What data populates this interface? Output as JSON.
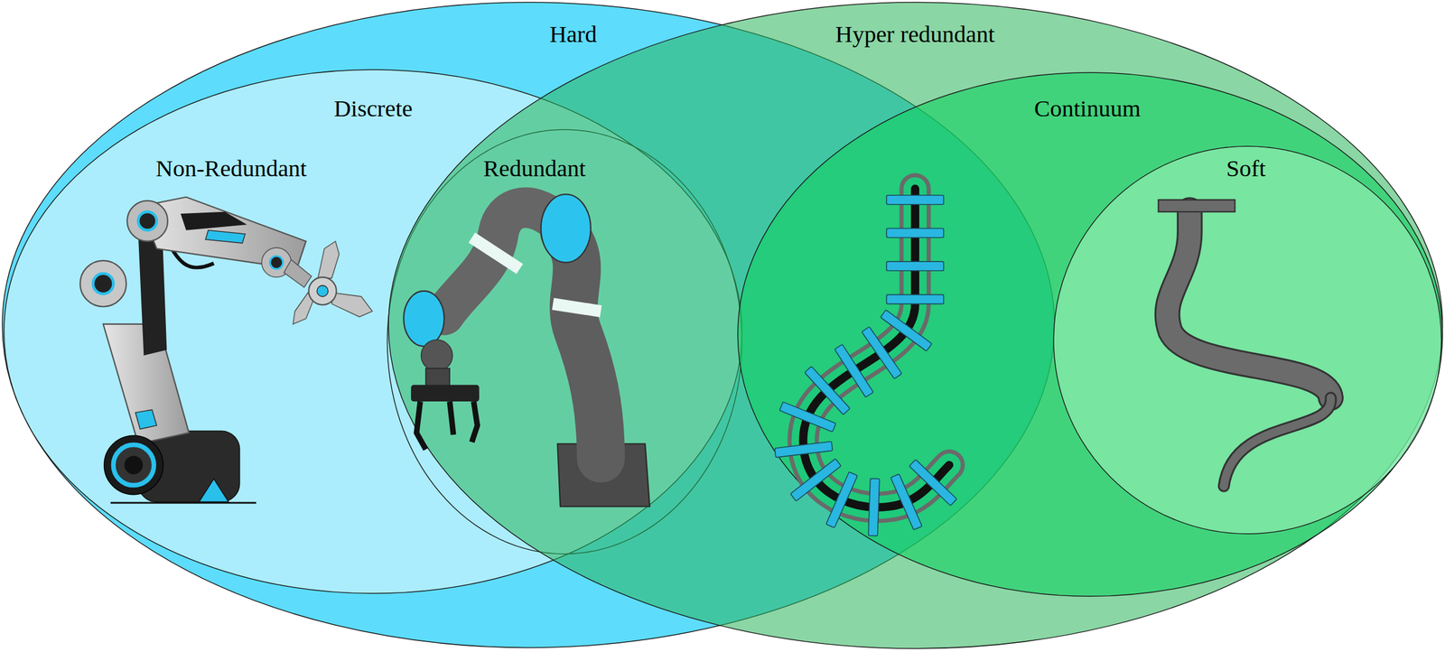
{
  "diagram": {
    "nodes": [
      {
        "text": [
          "Hard"
        ]
      },
      {
        "text": [
          "Discrete"
        ],
        "in": 0
      },
      {
        "text": [
          "Redundant"
        ],
        "in": 1
      },
      {
        "text": [
          "Hyper redundant"
        ]
      },
      {
        "text": [
          "Continuum"
        ],
        "in": 3
      },
      {
        "text": [
          "Soft"
        ],
        "in": 4
      }
    ],
    "labels": [
      "Non-Redundant"
    ]
  }
}
